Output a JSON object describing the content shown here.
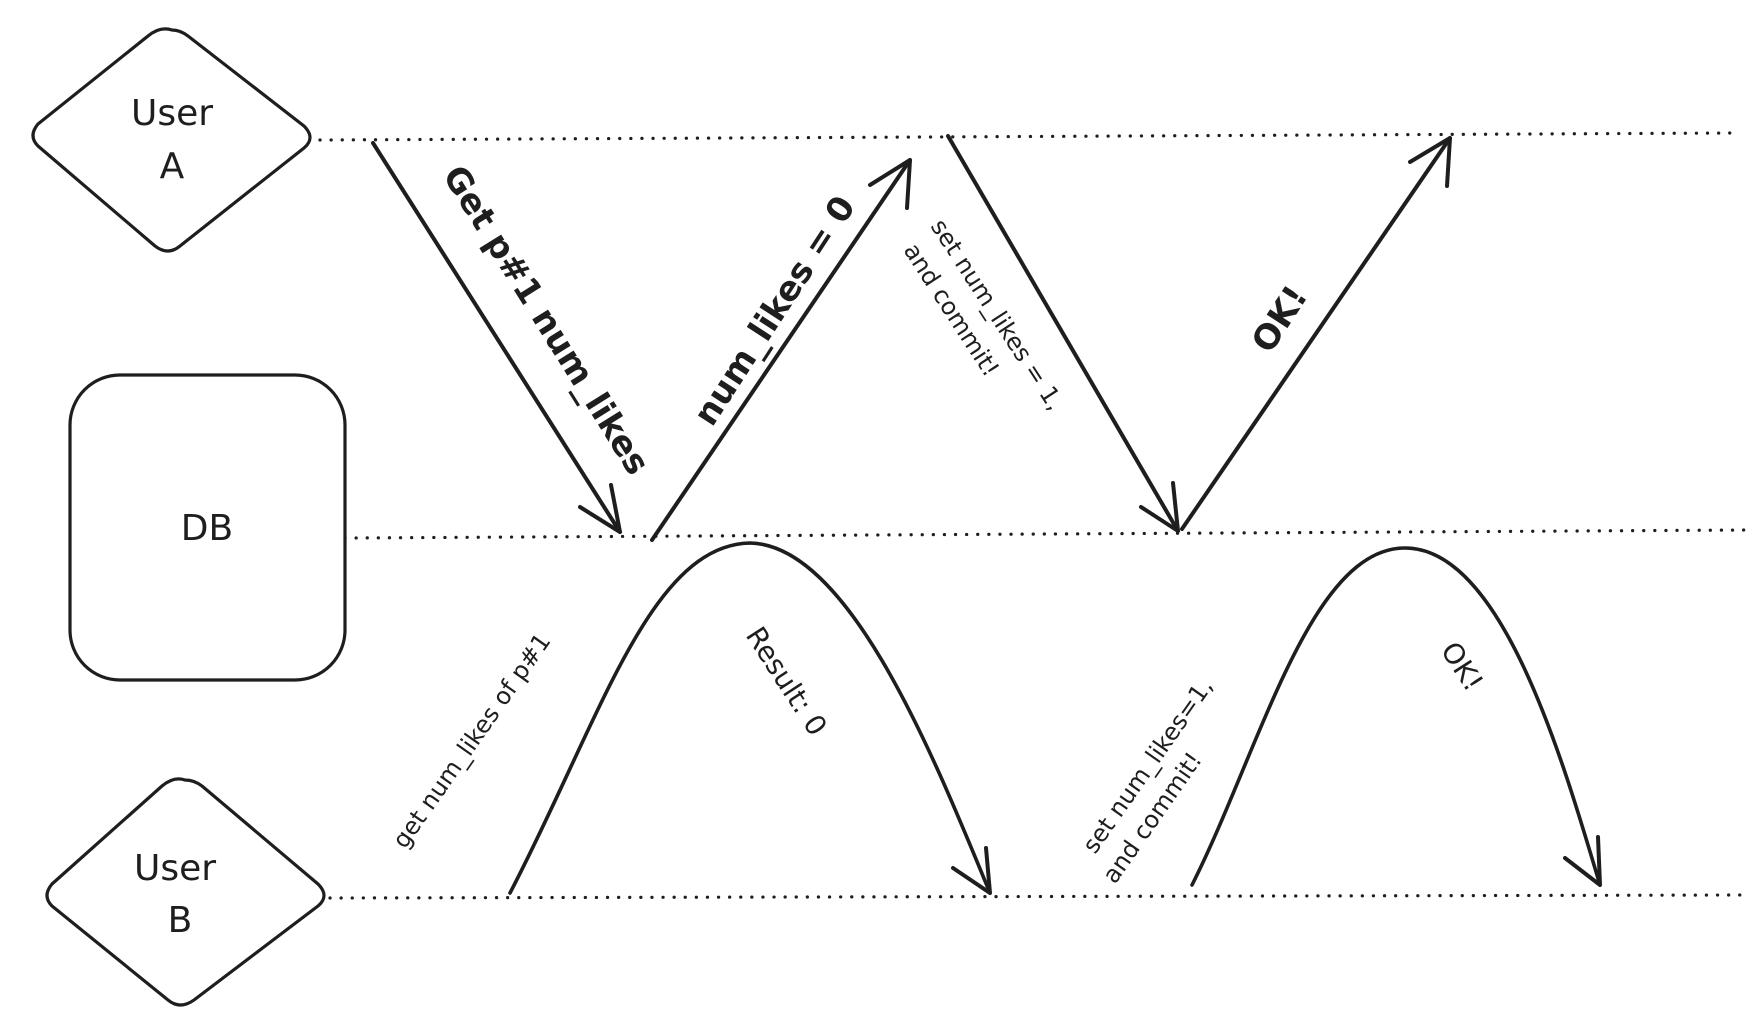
{
  "nodes": {
    "user_a": {
      "line1": "User",
      "line2": "A"
    },
    "db": {
      "label": "DB"
    },
    "user_b": {
      "line1": "User",
      "line2": "B"
    }
  },
  "messages": {
    "get_p1_num_likes": "Get p#1 num_likes",
    "num_likes_eq_0": "num_likes = 0",
    "set_a_line1": "set num_likes = 1,",
    "set_a_line2": "and commit!",
    "ok_a": "OK!",
    "get_num_likes_of_p1": "get num_likes of p#1",
    "result_0": "Result: 0",
    "set_b_line1": "set num_likes=1,",
    "set_b_line2": "and commit!",
    "ok_b": "OK!"
  }
}
